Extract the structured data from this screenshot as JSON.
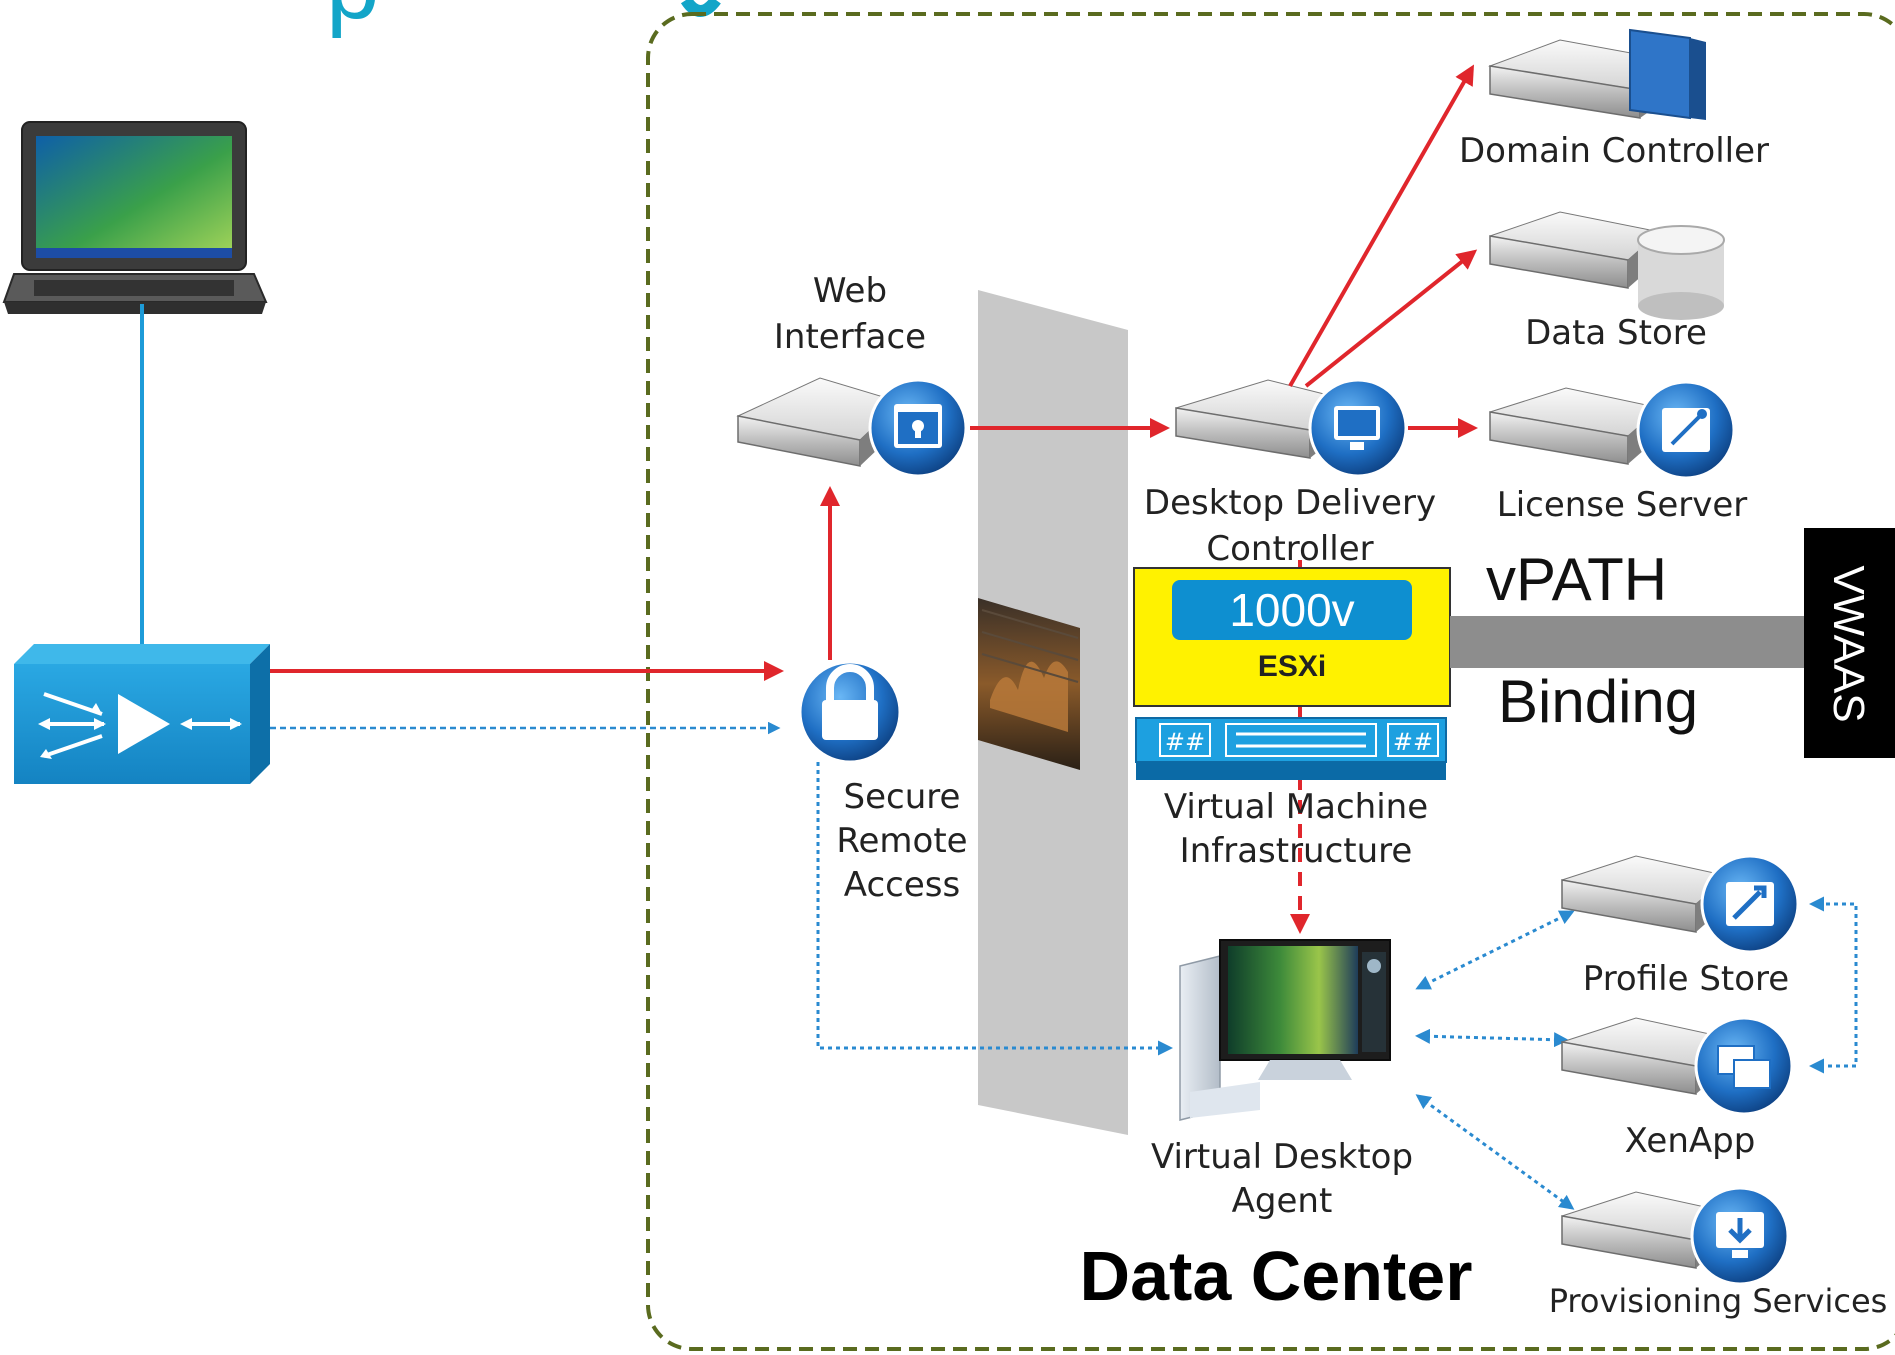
{
  "header": {
    "title_fragment": "p"
  },
  "nodes": {
    "web_interface": [
      "Web",
      "Interface"
    ],
    "desktop_delivery_controller": [
      "Desktop Delivery",
      "Controller"
    ],
    "domain_controller": "Domain Controller",
    "data_store": "Data Store",
    "license_server": "License Server",
    "secure_remote_access": [
      "Secure",
      "Remote",
      "Access"
    ],
    "virtual_machine_infrastructure": [
      "Virtual Machine",
      "Infrastructure"
    ],
    "virtual_desktop_agent": [
      "Virtual Desktop",
      "Agent"
    ],
    "profile_store": "Profile Store",
    "xenapp": "XenApp",
    "provisioning_services": "Provisioning Services"
  },
  "overlay": {
    "nexus": "1000v",
    "esxi": "ESXi",
    "vpath": "vPATH",
    "binding": "Binding",
    "vwaas": "VWAAS"
  },
  "region_label": "Data Center",
  "colors": {
    "dashed_border": "#5a6b1f",
    "control_arrow": "#e0262c",
    "ica_arrow": "#2a8ad0",
    "switch_blue": "#1f9ad6",
    "esxi_yellow": "#fff200",
    "nexus_blue": "#0e8fd0",
    "vwaas_bg": "#000000",
    "firewall_gray": "#c8c8c8"
  },
  "icons": [
    "laptop-icon",
    "switch-icon",
    "server-icon",
    "firewall-icon",
    "lock-icon",
    "desktop-pc-icon"
  ]
}
